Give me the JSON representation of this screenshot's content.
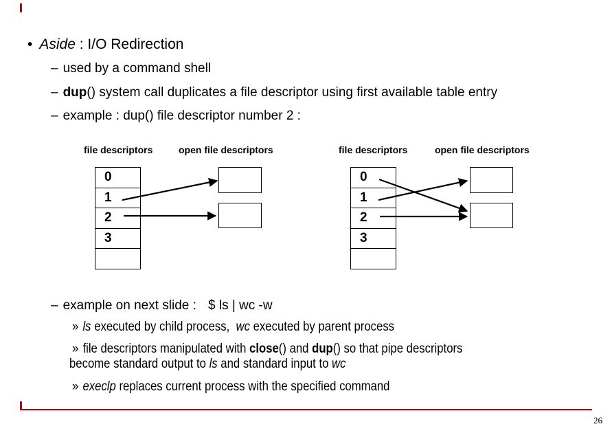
{
  "slide": {
    "page_number": "26",
    "frame_color": "#cc0000"
  },
  "title": {
    "bullet": "•",
    "emph": "Aside",
    "rest": " : I/O Redirection"
  },
  "bullets": {
    "marker": "–",
    "shell": "used by a command shell",
    "dup_bold": "dup",
    "dup_rest": "() system call duplicates a file descriptor using first available table entry",
    "example2": "example : dup() file descriptor number 2 :"
  },
  "diagram": {
    "fd_label": "file descriptors",
    "open_label": "open file descriptors",
    "rows": [
      "0",
      "1",
      "2",
      "3",
      ""
    ],
    "left": {
      "arrows": [
        {
          "from": "fd 1",
          "to": "open-file-top"
        },
        {
          "from": "fd 2",
          "to": "open-file-bottom"
        }
      ]
    },
    "right": {
      "arrows": [
        {
          "from": "fd 0",
          "to": "open-file-bottom"
        },
        {
          "from": "fd 1",
          "to": "open-file-top"
        },
        {
          "from": "fd 2",
          "to": "open-file-bottom"
        }
      ]
    }
  },
  "example": {
    "marker": "–",
    "label": "example on next slide :",
    "command": "$ ls | wc -w"
  },
  "notes": {
    "marker": "»",
    "n1": {
      "i1": "ls",
      "t1": " executed by child process,  ",
      "i2": "wc",
      "t2": " executed by parent process"
    },
    "n2a": {
      "t1": "file descriptors manipulated with ",
      "b1": "close",
      "t2": "() and ",
      "b2": "dup",
      "t3": "() so that pipe descriptors"
    },
    "n2b": {
      "t1": "become standard output to ",
      "i1": "ls",
      "t2": " and standard input to ",
      "i2": "wc"
    },
    "n3": {
      "i1": "execlp",
      "t1": " replaces current process with the specified command"
    }
  }
}
